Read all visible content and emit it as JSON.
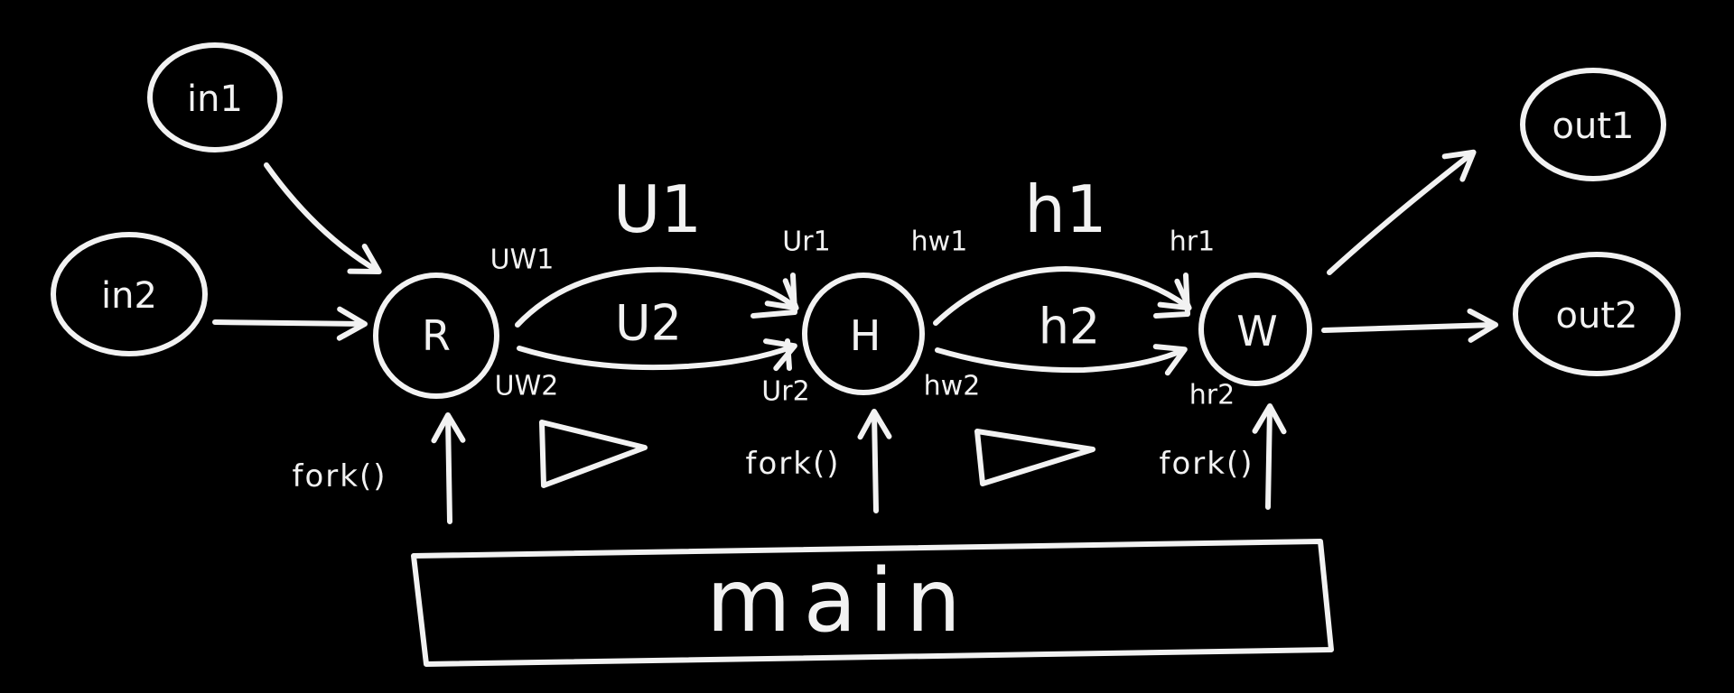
{
  "inputs": {
    "in1": "in1",
    "in2": "in2"
  },
  "outputs": {
    "out1": "out1",
    "out2": "out2"
  },
  "processes": {
    "r": "R",
    "h": "H",
    "w": "W"
  },
  "main": "main",
  "forks": [
    "fork()",
    "fork()",
    "fork()"
  ],
  "pipes_rh": {
    "top_label": "U1",
    "bottom_label": "U2",
    "write_top": "UW1",
    "write_bottom": "UW2",
    "read_top": "Ur1",
    "read_bottom": "Ur2"
  },
  "pipes_hw": {
    "top_label": "h1",
    "bottom_label": "h2",
    "write_top": "hw1",
    "write_bottom": "hw2",
    "read_top": "hr1",
    "read_bottom": "hr2"
  },
  "colors": {
    "background": "#000000",
    "ink": "#f2f2f2"
  }
}
